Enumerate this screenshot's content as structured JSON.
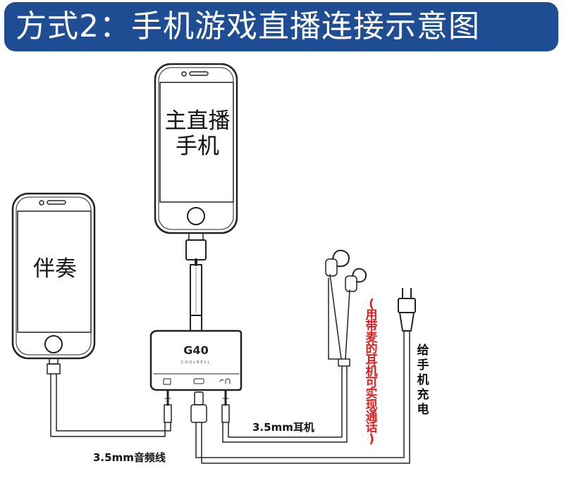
{
  "header": {
    "title": "方式2：手机游戏直播连接示意图",
    "background": "#1e4d94"
  },
  "phones": {
    "main_line1": "主直播",
    "main_line2": "手机",
    "accompaniment": "伴奏"
  },
  "device": {
    "brand": "G40",
    "sub": "COOLBELL"
  },
  "labels": {
    "earphone": "3.5mm耳机",
    "audio_cable": "3.5mm音频线",
    "charge_chars": [
      "给",
      "手",
      "机",
      "充",
      "电"
    ],
    "note_chars": [
      "(",
      "用",
      "带",
      "麦",
      "的",
      "耳",
      "机",
      "可",
      "实",
      "现",
      "通",
      "话",
      ")"
    ]
  },
  "colors": {
    "note": "#e02020",
    "line": "#222222"
  }
}
